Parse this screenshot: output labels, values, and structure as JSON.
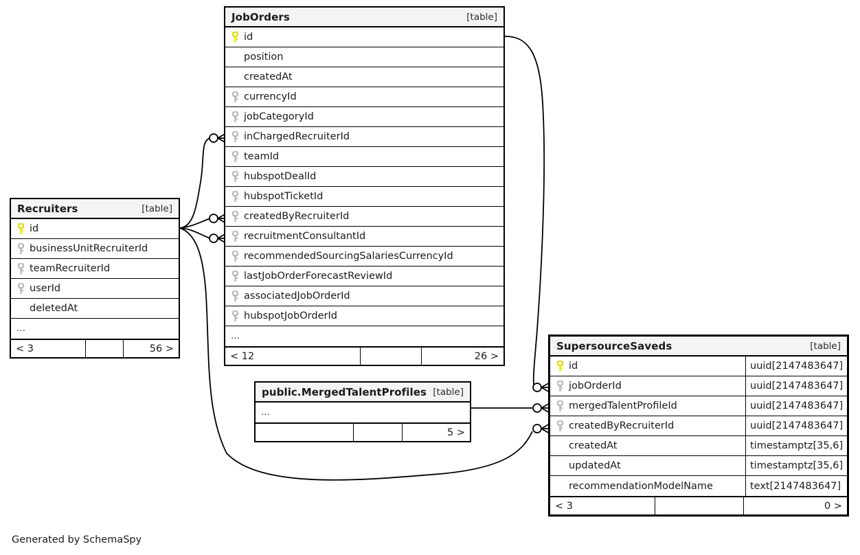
{
  "meta": {
    "credit": "Generated by SchemaSpy",
    "kind_label": "[table]",
    "ellipsis": "…",
    "colors": {
      "primary_key": "#e8e800",
      "foreign_key": "#b8b8b8",
      "header_bg": "#f4f4f4",
      "border": "#000000",
      "background": "#ffffff",
      "text": "#1a1a1a"
    }
  },
  "tables": {
    "job_orders": {
      "name": "JobOrders",
      "kind": "[table]",
      "columns": [
        {
          "name": "id",
          "key": "primary"
        },
        {
          "name": "position",
          "key": "none"
        },
        {
          "name": "createdAt",
          "key": "none"
        },
        {
          "name": "currencyId",
          "key": "foreign"
        },
        {
          "name": "jobCategoryId",
          "key": "foreign"
        },
        {
          "name": "inChargedRecruiterId",
          "key": "foreign"
        },
        {
          "name": "teamId",
          "key": "foreign"
        },
        {
          "name": "hubspotDealId",
          "key": "foreign"
        },
        {
          "name": "hubspotTicketId",
          "key": "foreign"
        },
        {
          "name": "createdByRecruiterId",
          "key": "foreign"
        },
        {
          "name": "recruitmentConsultantId",
          "key": "foreign"
        },
        {
          "name": "recommendedSourcingSalariesCurrencyId",
          "key": "foreign"
        },
        {
          "name": "lastJobOrderForecastReviewId",
          "key": "foreign"
        },
        {
          "name": "associatedJobOrderId",
          "key": "foreign"
        },
        {
          "name": "hubspotJobOrderId",
          "key": "foreign"
        }
      ],
      "more_indicator": "…",
      "footer": {
        "left": "< 12",
        "middle": "",
        "right": "26 >"
      }
    },
    "recruiters": {
      "name": "Recruiters",
      "kind": "[table]",
      "columns": [
        {
          "name": "id",
          "key": "primary"
        },
        {
          "name": "businessUnitRecruiterId",
          "key": "foreign"
        },
        {
          "name": "teamRecruiterId",
          "key": "foreign"
        },
        {
          "name": "userId",
          "key": "foreign"
        },
        {
          "name": "deletedAt",
          "key": "none"
        }
      ],
      "more_indicator": "…",
      "footer": {
        "left": "< 3",
        "middle": "",
        "right": "56 >"
      }
    },
    "merged_talent_profiles": {
      "name": "public.MergedTalentProfiles",
      "kind": "[table]",
      "columns": [],
      "more_indicator": "…",
      "footer": {
        "left": "",
        "middle": "",
        "right": "5 >"
      }
    },
    "supersource_saveds": {
      "name": "SupersourceSaveds",
      "kind": "[table]",
      "focal": true,
      "columns": [
        {
          "name": "id",
          "key": "primary",
          "type": "uuid[2147483647]"
        },
        {
          "name": "jobOrderId",
          "key": "foreign",
          "type": "uuid[2147483647]"
        },
        {
          "name": "mergedTalentProfileId",
          "key": "foreign",
          "type": "uuid[2147483647]"
        },
        {
          "name": "createdByRecruiterId",
          "key": "foreign",
          "type": "uuid[2147483647]"
        },
        {
          "name": "createdAt",
          "key": "none",
          "type": "timestamptz[35,6]"
        },
        {
          "name": "updatedAt",
          "key": "none",
          "type": "timestamptz[35,6]"
        },
        {
          "name": "recommendationModelName",
          "key": "none",
          "type": "text[2147483647]"
        }
      ],
      "footer": {
        "left": "< 3",
        "middle": "",
        "right": "0 >"
      }
    }
  },
  "relationships": [
    {
      "from": "Recruiters.id",
      "to": "JobOrders.inChargedRecruiterId",
      "cardinality": "zero-or-many"
    },
    {
      "from": "Recruiters.id",
      "to": "JobOrders.createdByRecruiterId",
      "cardinality": "zero-or-many"
    },
    {
      "from": "Recruiters.id",
      "to": "JobOrders.recruitmentConsultantId",
      "cardinality": "zero-or-many"
    },
    {
      "from": "Recruiters.id",
      "to": "SupersourceSaveds.createdByRecruiterId",
      "cardinality": "zero-or-many"
    },
    {
      "from": "JobOrders.id",
      "to": "SupersourceSaveds.jobOrderId",
      "cardinality": "zero-or-many"
    },
    {
      "from": "public.MergedTalentProfiles",
      "to": "SupersourceSaveds.mergedTalentProfileId",
      "cardinality": "zero-or-many"
    }
  ]
}
